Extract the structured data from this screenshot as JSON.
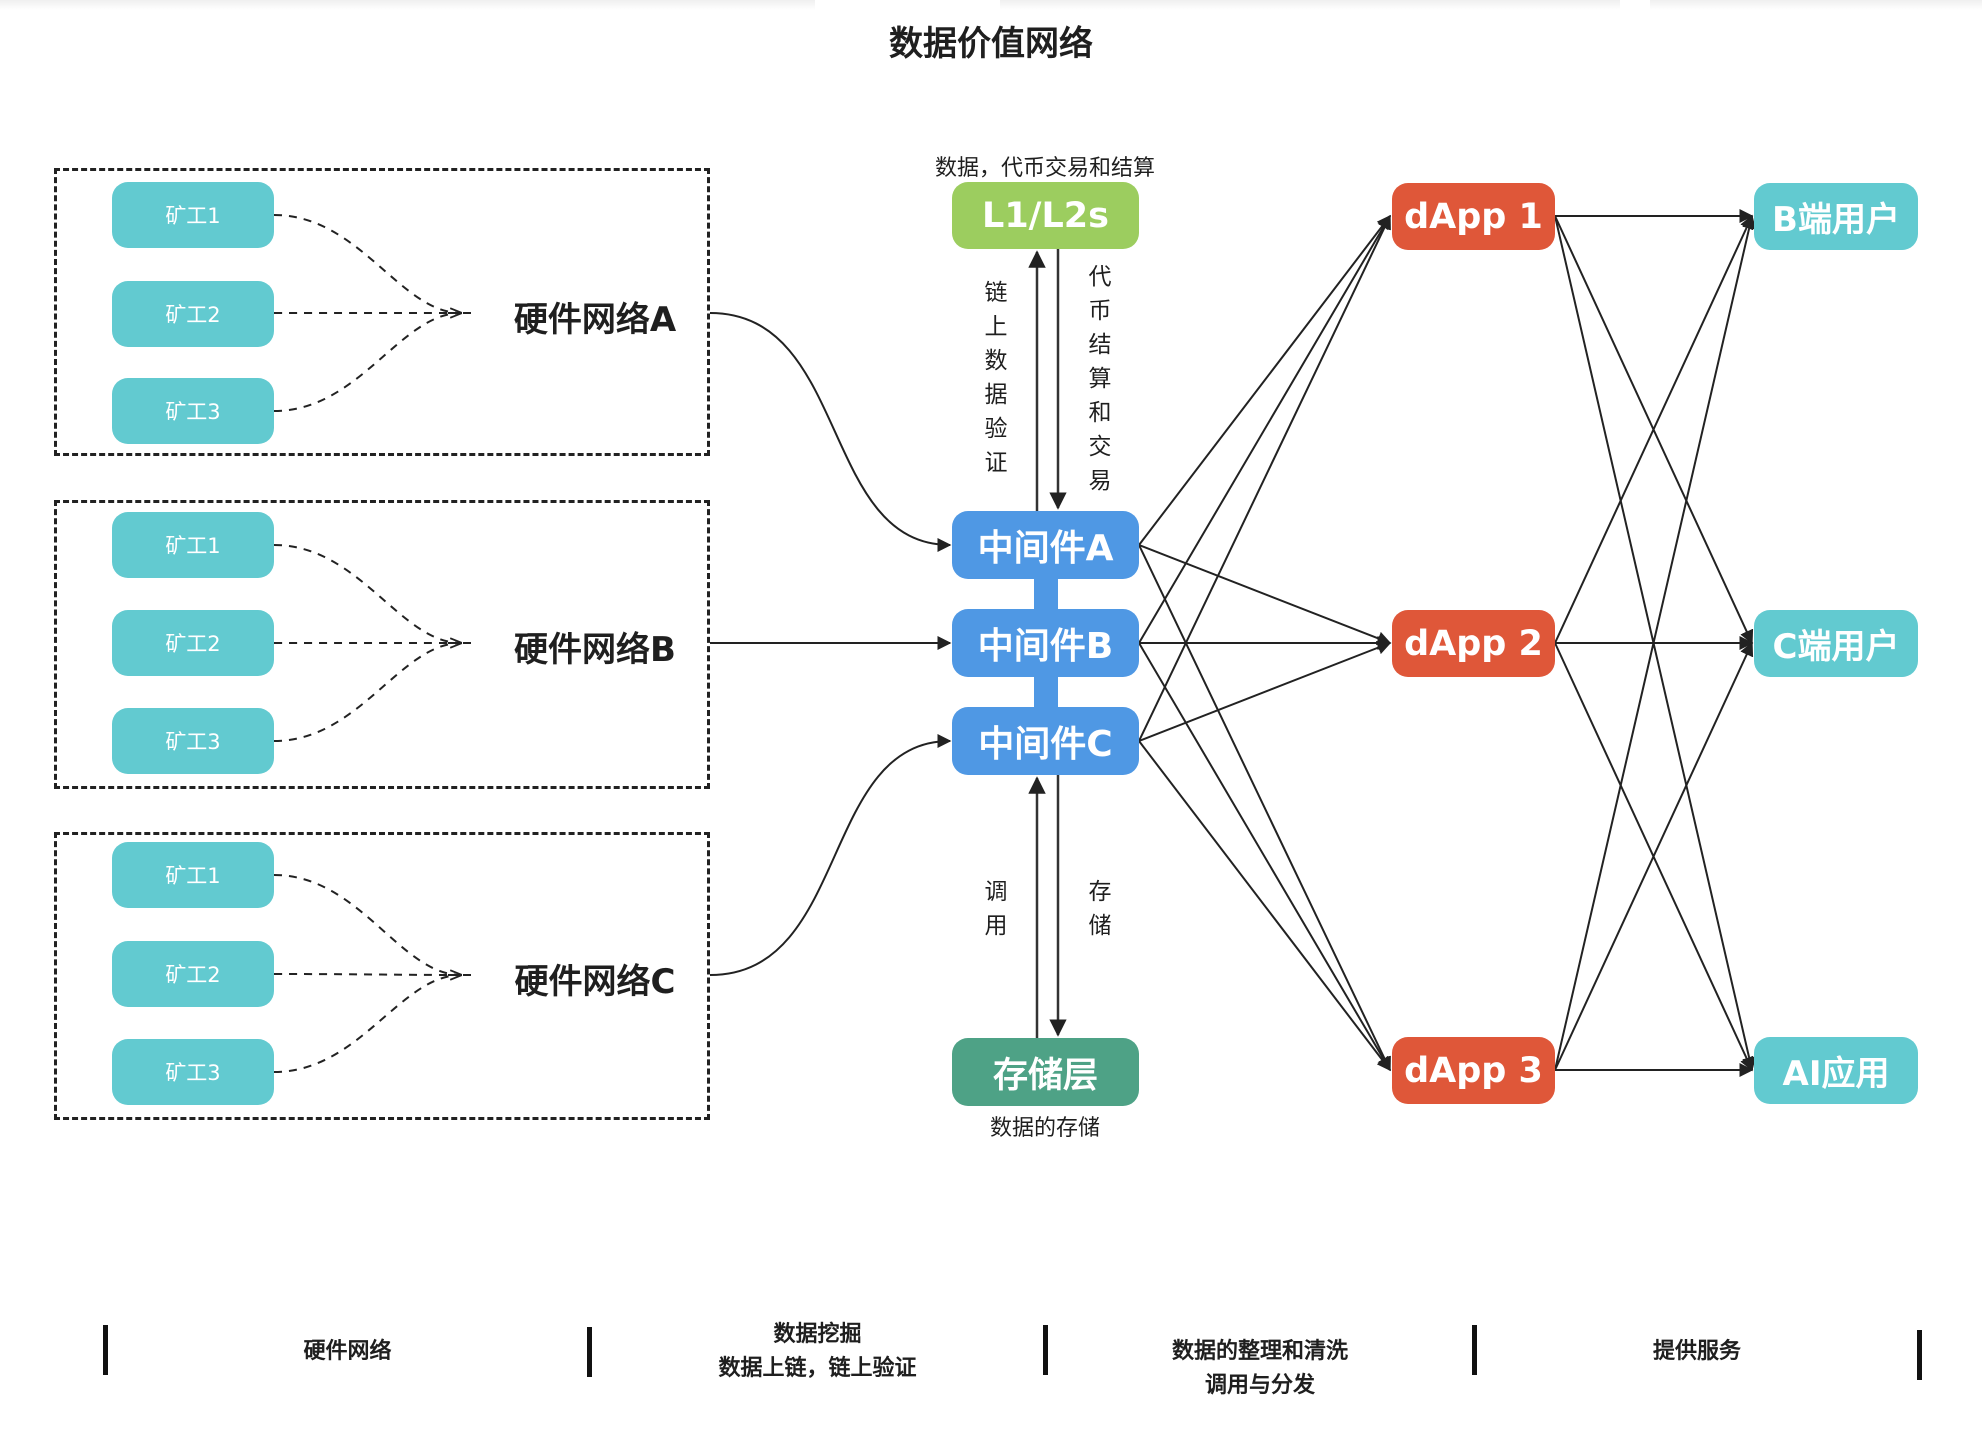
{
  "title": "数据价值网络",
  "hardware_networks": [
    {
      "label": "硬件网络A",
      "miners": [
        "矿工1",
        "矿工2",
        "矿工3"
      ]
    },
    {
      "label": "硬件网络B",
      "miners": [
        "矿工1",
        "矿工2",
        "矿工3"
      ]
    },
    {
      "label": "硬件网络C",
      "miners": [
        "矿工1",
        "矿工2",
        "矿工3"
      ]
    }
  ],
  "chain": {
    "label": "L1/L2s",
    "caption": "数据，代币交易和结算",
    "up_label": [
      "链",
      "上",
      "数",
      "据",
      "验",
      "证"
    ],
    "down_label": [
      "代",
      "币",
      "结",
      "算",
      "和",
      "交",
      "易"
    ]
  },
  "middleware": [
    "中间件A",
    "中间件B",
    "中间件C"
  ],
  "storage": {
    "label": "存储层",
    "caption": "数据的存储",
    "up_label": [
      "调",
      "用"
    ],
    "down_label": [
      "存",
      "储"
    ]
  },
  "dapps": [
    "dApp 1",
    "dApp 2",
    "dApp 3"
  ],
  "consumers": [
    "B端用户",
    "C端用户",
    "AI应用"
  ],
  "footer": {
    "sections": [
      {
        "lines": [
          "硬件网络"
        ]
      },
      {
        "lines": [
          "数据挖掘",
          "数据上链，链上验证"
        ]
      },
      {
        "lines": [
          "数据的整理和清洗",
          "调用与分发"
        ]
      },
      {
        "lines": [
          "提供服务"
        ]
      }
    ]
  },
  "colors": {
    "miner": "#62cad0",
    "chain": "#9ccd5f",
    "middleware": "#4f98e4",
    "storage": "#4ea286",
    "dapp": "#df5739",
    "consumer": "#62cad0"
  }
}
